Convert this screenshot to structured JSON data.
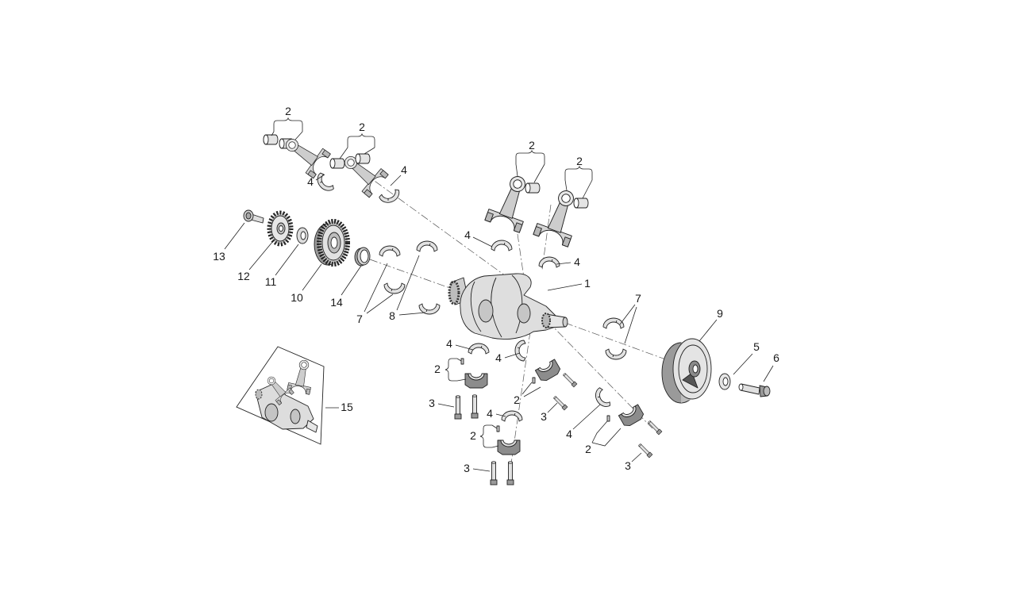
{
  "callouts": [
    "2",
    "2",
    "2",
    "2",
    "4",
    "4",
    "13",
    "12",
    "11",
    "10",
    "14",
    "4",
    "4",
    "1",
    "7",
    "8",
    "7",
    "9",
    "5",
    "6",
    "4",
    "4",
    "2",
    "2",
    "3",
    "3",
    "4",
    "4",
    "2",
    "2",
    "3",
    "3",
    "15"
  ]
}
